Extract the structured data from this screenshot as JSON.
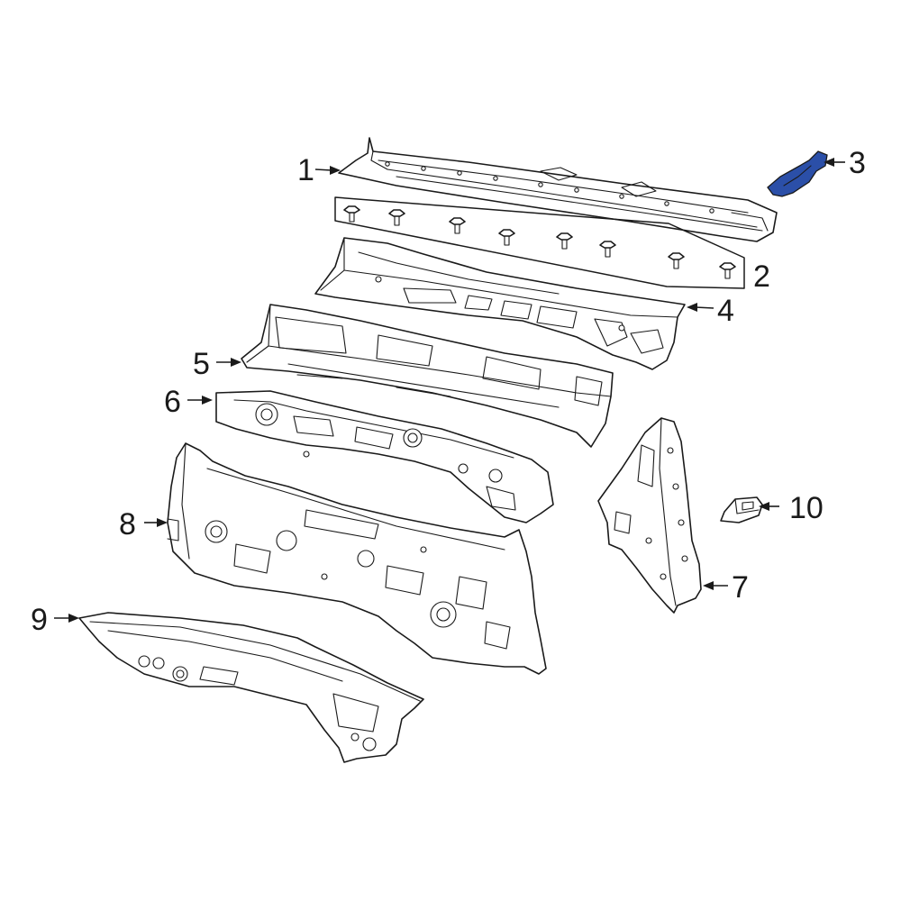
{
  "diagram": {
    "highlight_color": "#2b4fa8",
    "callouts": {
      "c1": "1",
      "c2": "2",
      "c3": "3",
      "c4": "4",
      "c5": "5",
      "c6": "6",
      "c7": "7",
      "c8": "8",
      "c9": "9",
      "c10": "10"
    }
  }
}
